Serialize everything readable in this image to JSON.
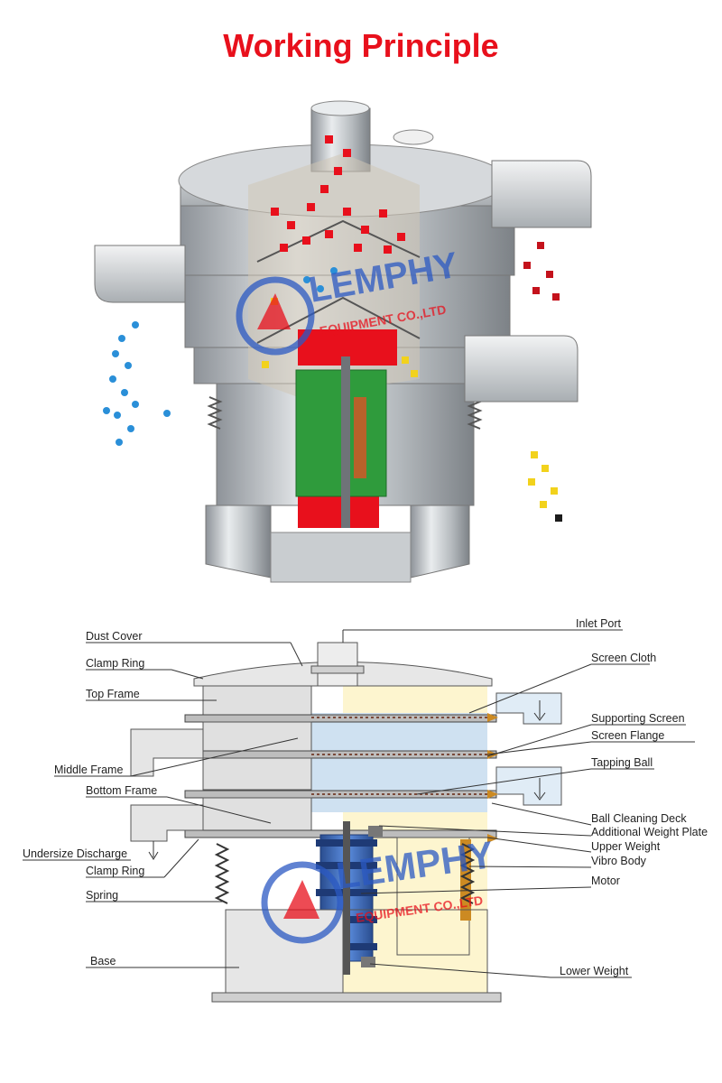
{
  "title": "Working Principle",
  "watermark": {
    "brand": "LEMPHY",
    "sub": "EQUIPMENT CO.,LTD"
  },
  "labels": {
    "dust_cover": "Dust Cover",
    "clamp_ring_top": "Clamp Ring",
    "top_frame": "Top Frame",
    "middle_frame": "Middle Frame",
    "bottom_frame": "Bottom Frame",
    "undersize_discharge": "Undersize Discharge",
    "clamp_ring_bottom": "Clamp Ring",
    "spring": "Spring",
    "base": "Base",
    "inlet_port": "Inlet Port",
    "screen_cloth": "Screen Cloth",
    "supporting_screen": "Supporting Screen",
    "screen_flange": "Screen Flange",
    "tapping_ball": "Tapping Ball",
    "ball_cleaning_deck": "Ball Cleaning Deck",
    "additional_weight_plate": "Additional Weight Plate",
    "upper_weight": "Upper Weight",
    "vibro_body": "Vibro Body",
    "motor": "Motor",
    "lower_weight": "Lower Weight"
  },
  "colors": {
    "title": "#e8101c",
    "particle_red": "#e8101c",
    "particle_blue": "#2a8fd8",
    "particle_yellow": "#f2d21c",
    "motor_green": "#2f9b3c",
    "watermark_blue": "#2b59c3",
    "body_fill": "#fdf5cf",
    "steel": "#b8bcc0"
  }
}
